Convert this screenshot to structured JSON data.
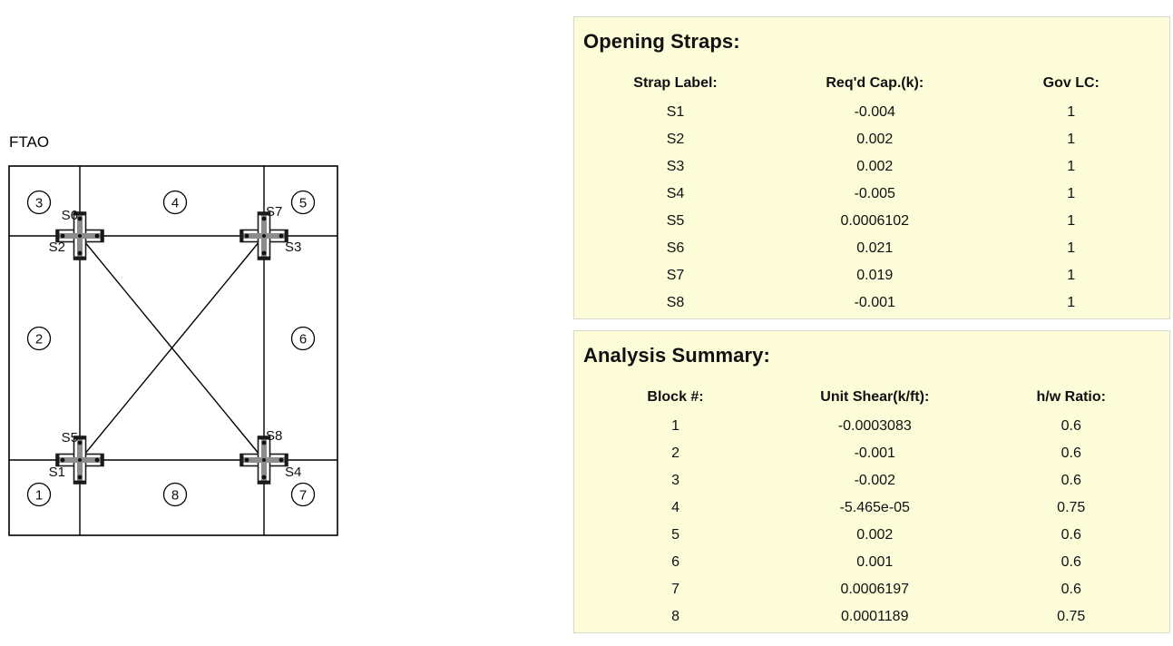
{
  "diagram": {
    "title": "FTAO",
    "block_labels": [
      "1",
      "2",
      "3",
      "4",
      "5",
      "6",
      "7",
      "8"
    ],
    "strap_labels": [
      "S1",
      "S2",
      "S3",
      "S4",
      "S5",
      "S6",
      "S7",
      "S8"
    ],
    "line_color": "#000000",
    "hardware_color": "#1a1a1a"
  },
  "panels": {
    "straps": {
      "title": "Opening Straps:",
      "headers": [
        "Strap Label:",
        "Req'd Cap.(k):",
        "Gov LC:"
      ],
      "rows": [
        {
          "label": "S1",
          "cap": "-0.004",
          "lc": "1"
        },
        {
          "label": "S2",
          "cap": "0.002",
          "lc": "1"
        },
        {
          "label": "S3",
          "cap": "0.002",
          "lc": "1"
        },
        {
          "label": "S4",
          "cap": "-0.005",
          "lc": "1"
        },
        {
          "label": "S5",
          "cap": "0.0006102",
          "lc": "1"
        },
        {
          "label": "S6",
          "cap": "0.021",
          "lc": "1"
        },
        {
          "label": "S7",
          "cap": "0.019",
          "lc": "1"
        },
        {
          "label": "S8",
          "cap": "-0.001",
          "lc": "1"
        }
      ]
    },
    "summary": {
      "title": "Analysis Summary:",
      "headers": [
        "Block #:",
        "Unit Shear(k/ft):",
        "h/w Ratio:"
      ],
      "rows": [
        {
          "block": "1",
          "shear": "-0.0003083",
          "hw": "0.6"
        },
        {
          "block": "2",
          "shear": "-0.001",
          "hw": "0.6"
        },
        {
          "block": "3",
          "shear": "-0.002",
          "hw": "0.6"
        },
        {
          "block": "4",
          "shear": "-5.465e-05",
          "hw": "0.75"
        },
        {
          "block": "5",
          "shear": "0.002",
          "hw": "0.6"
        },
        {
          "block": "6",
          "shear": "0.001",
          "hw": "0.6"
        },
        {
          "block": "7",
          "shear": "0.0006197",
          "hw": "0.6"
        },
        {
          "block": "8",
          "shear": "0.0001189",
          "hw": "0.75"
        }
      ]
    }
  },
  "colors": {
    "panel_background": "#fcfcd9",
    "panel_border": "#d8d8d0",
    "text": "#111111",
    "page_background": "#ffffff"
  }
}
